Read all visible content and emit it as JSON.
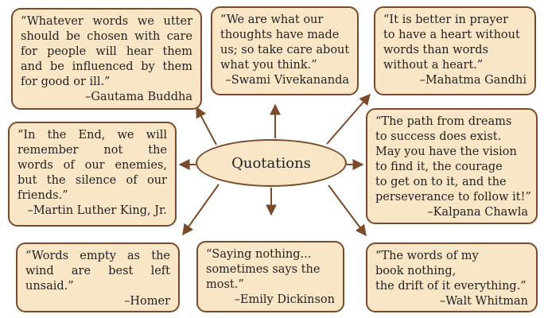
{
  "center": {
    "label": "Quotations"
  },
  "colors": {
    "box_fill": "#f9e6c6",
    "border": "#7a4b2a",
    "arrow": "#7a4b2a"
  },
  "quotes": [
    {
      "id": "buddha",
      "lines": [
        "“Whatever words we utter",
        "should be chosen with care",
        "for people will hear them",
        "and be influenced by them",
        "for good or ill.”"
      ],
      "author": "–Gautama Buddha"
    },
    {
      "id": "vivekananda",
      "lines": [
        "“We are what our",
        "thoughts have made",
        "us; so take care about",
        "what you think.”"
      ],
      "author": "–Swami Vivekananda"
    },
    {
      "id": "gandhi",
      "lines": [
        "“It is better in prayer",
        "to have a heart without",
        "words than words",
        "without a heart.”"
      ],
      "author": "–Mahatma Gandhi"
    },
    {
      "id": "king",
      "lines": [
        "“In the End, we will",
        "remember not the",
        "words of our enemies,",
        "but the silence of our",
        "friends.”"
      ],
      "author": "–Martin Luther King, Jr."
    },
    {
      "id": "chawla",
      "lines": [
        "“The path from dreams",
        "to success does exist.",
        "May you have the vision",
        "to find it, the courage",
        "to get on to it, and the",
        "perseverance to follow it!”"
      ],
      "author": "–Kalpana Chawla"
    },
    {
      "id": "homer",
      "lines": [
        "“Words empty as the",
        "wind are best left",
        "unsaid.”"
      ],
      "author": "–Homer"
    },
    {
      "id": "dickinson",
      "lines": [
        "“Saying nothing...",
        "sometimes says the",
        "most.”"
      ],
      "author": "–Emily Dickinson"
    },
    {
      "id": "whitman",
      "lines": [
        "“The words of my",
        "book nothing,",
        "the drift of it everything.”"
      ],
      "author": "–Walt Whitman"
    }
  ]
}
